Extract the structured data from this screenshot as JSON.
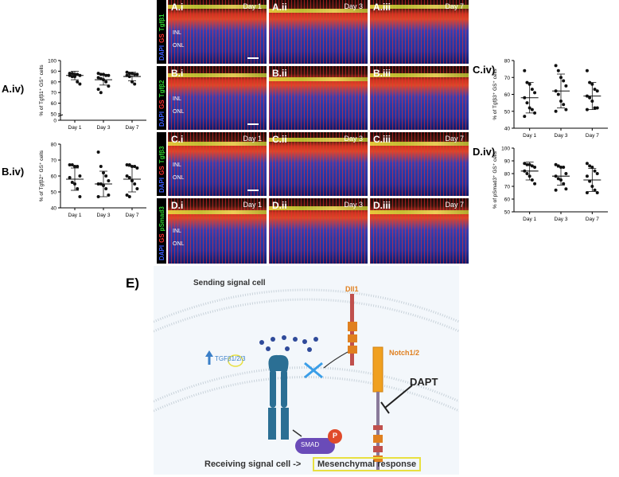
{
  "colors": {
    "gene_orange": "#e08020",
    "tgf_blue": "#3a7fc8",
    "receptor_teal": "#2b6f94",
    "smad_purple": "#6a4bb8",
    "phospho_red": "#e04a2a",
    "highlight_yellow": "#e8e040"
  },
  "panel_labels": {
    "a_iv": "A.iv)",
    "b_iv": "B.iv)",
    "c_iv": "C.iv)",
    "d_iv": "D.iv)",
    "e": "E)"
  },
  "micrographs": {
    "rows": [
      {
        "stains": [
          "DAPI",
          "GS",
          "Tgfβ1"
        ],
        "panels": [
          {
            "label": "A.i",
            "day": "Day 1",
            "inl": "INL",
            "onl": "ONL",
            "scale": true
          },
          {
            "label": "A.ii",
            "day": "Day 3"
          },
          {
            "label": "A.iii",
            "day": "Day 7"
          }
        ]
      },
      {
        "stains": [
          "DAPI",
          "GS",
          "Tgfβ2"
        ],
        "panels": [
          {
            "label": "B.i",
            "day": "",
            "inl": "INL",
            "onl": "ONL",
            "scale": true
          },
          {
            "label": "B.ii",
            "day": ""
          },
          {
            "label": "B.iii",
            "day": ""
          }
        ]
      },
      {
        "stains": [
          "DAPI",
          "GS",
          "Tgfβ3"
        ],
        "panels": [
          {
            "label": "C.i",
            "day": "Day 1",
            "inl": "INL",
            "onl": "ONL",
            "scale": true
          },
          {
            "label": "C.ii",
            "day": "Day 3"
          },
          {
            "label": "C.iii",
            "day": "Day 7"
          }
        ]
      },
      {
        "stains": [
          "DAPI",
          "GS",
          "pSmad3"
        ],
        "panels": [
          {
            "label": "D.i",
            "day": "Day 1",
            "inl": "INL",
            "onl": "ONL",
            "scale": false
          },
          {
            "label": "D.ii",
            "day": "Day 3"
          },
          {
            "label": "D.iii",
            "day": "Day 7"
          }
        ]
      }
    ]
  },
  "chart_data": [
    {
      "id": "A.iv",
      "type": "scatter",
      "ylabel": "% of Tgfβ1⁺ GS⁺ cells",
      "categories": [
        "Day 1",
        "Day 3",
        "Day 7"
      ],
      "ylim": [
        0,
        100
      ],
      "yticks": [
        0,
        50,
        60,
        70,
        80,
        90,
        100
      ],
      "broken_axis": true,
      "series": [
        {
          "values": [
            88,
            88,
            87,
            87,
            86,
            86,
            85,
            85,
            80,
            78
          ]
        },
        {
          "values": [
            88,
            87,
            87,
            86,
            86,
            84,
            83,
            82,
            80,
            76,
            73,
            70
          ]
        },
        {
          "values": [
            89,
            88,
            88,
            87,
            87,
            86,
            85,
            80,
            78
          ]
        }
      ],
      "means": [
        86,
        82,
        85
      ],
      "sd": [
        4,
        5,
        4
      ]
    },
    {
      "id": "B.iv",
      "type": "scatter",
      "ylabel": "% of Tgfβ2⁺ GS⁺ cells",
      "categories": [
        "Day 1",
        "Day 3",
        "Day 7"
      ],
      "ylim": [
        40,
        80
      ],
      "yticks": [
        40,
        50,
        60,
        70,
        80
      ],
      "broken_axis": false,
      "series": [
        {
          "values": [
            67,
            67,
            66,
            66,
            60,
            59,
            56,
            55,
            52,
            47
          ]
        },
        {
          "values": [
            75,
            66,
            62,
            60,
            57,
            55,
            55,
            54,
            52,
            48,
            47
          ]
        },
        {
          "values": [
            67,
            67,
            66,
            66,
            65,
            60,
            59,
            57,
            55,
            52,
            48,
            47
          ]
        }
      ],
      "means": [
        58,
        55,
        58
      ],
      "sd": [
        7,
        8,
        8
      ]
    },
    {
      "id": "C.iv",
      "type": "scatter",
      "ylabel": "% of Tgfβ3⁺ GS⁺ cells",
      "categories": [
        "Day 1",
        "Day 3",
        "Day 7"
      ],
      "ylim": [
        40,
        80
      ],
      "yticks": [
        40,
        50,
        60,
        70,
        80
      ],
      "broken_axis": false,
      "series": [
        {
          "values": [
            74,
            67,
            66,
            63,
            61,
            58,
            55,
            52,
            51,
            49,
            47
          ]
        },
        {
          "values": [
            77,
            74,
            70,
            68,
            65,
            62,
            60,
            56,
            54,
            51,
            50
          ]
        },
        {
          "values": [
            74,
            67,
            66,
            63,
            62,
            59,
            58,
            56,
            52,
            52,
            51
          ]
        }
      ],
      "means": [
        58,
        62,
        59
      ],
      "sd": [
        9,
        10,
        8
      ]
    },
    {
      "id": "D.iv",
      "type": "scatter",
      "ylabel": "% of pSmad3⁺ GS⁺ cells",
      "categories": [
        "Day 1",
        "Day 3",
        "Day 7"
      ],
      "ylim": [
        50,
        100
      ],
      "yticks": [
        50,
        60,
        70,
        80,
        90,
        100
      ],
      "broken_axis": false,
      "series": [
        {
          "values": [
            88,
            87,
            87,
            86,
            85,
            82,
            80,
            78,
            75,
            72
          ]
        },
        {
          "values": [
            87,
            86,
            85,
            85,
            80,
            78,
            76,
            75,
            72,
            68,
            67
          ]
        },
        {
          "values": [
            88,
            86,
            85,
            82,
            80,
            78,
            74,
            70,
            67,
            65,
            65
          ]
        }
      ],
      "means": [
        82,
        78,
        75
      ],
      "sd": [
        7,
        7,
        9
      ]
    }
  ],
  "diagram": {
    "sending_cell": "Sending signal cell",
    "dll1": "Dll1",
    "notch": "Notch1/2",
    "dapt": "DAPT",
    "tgf": "TGFβ1/2/3",
    "smad": "SMAD",
    "phospho": "P",
    "receiving_cell": "Receiving signal cell ->",
    "response": "Mesenchymal response"
  }
}
